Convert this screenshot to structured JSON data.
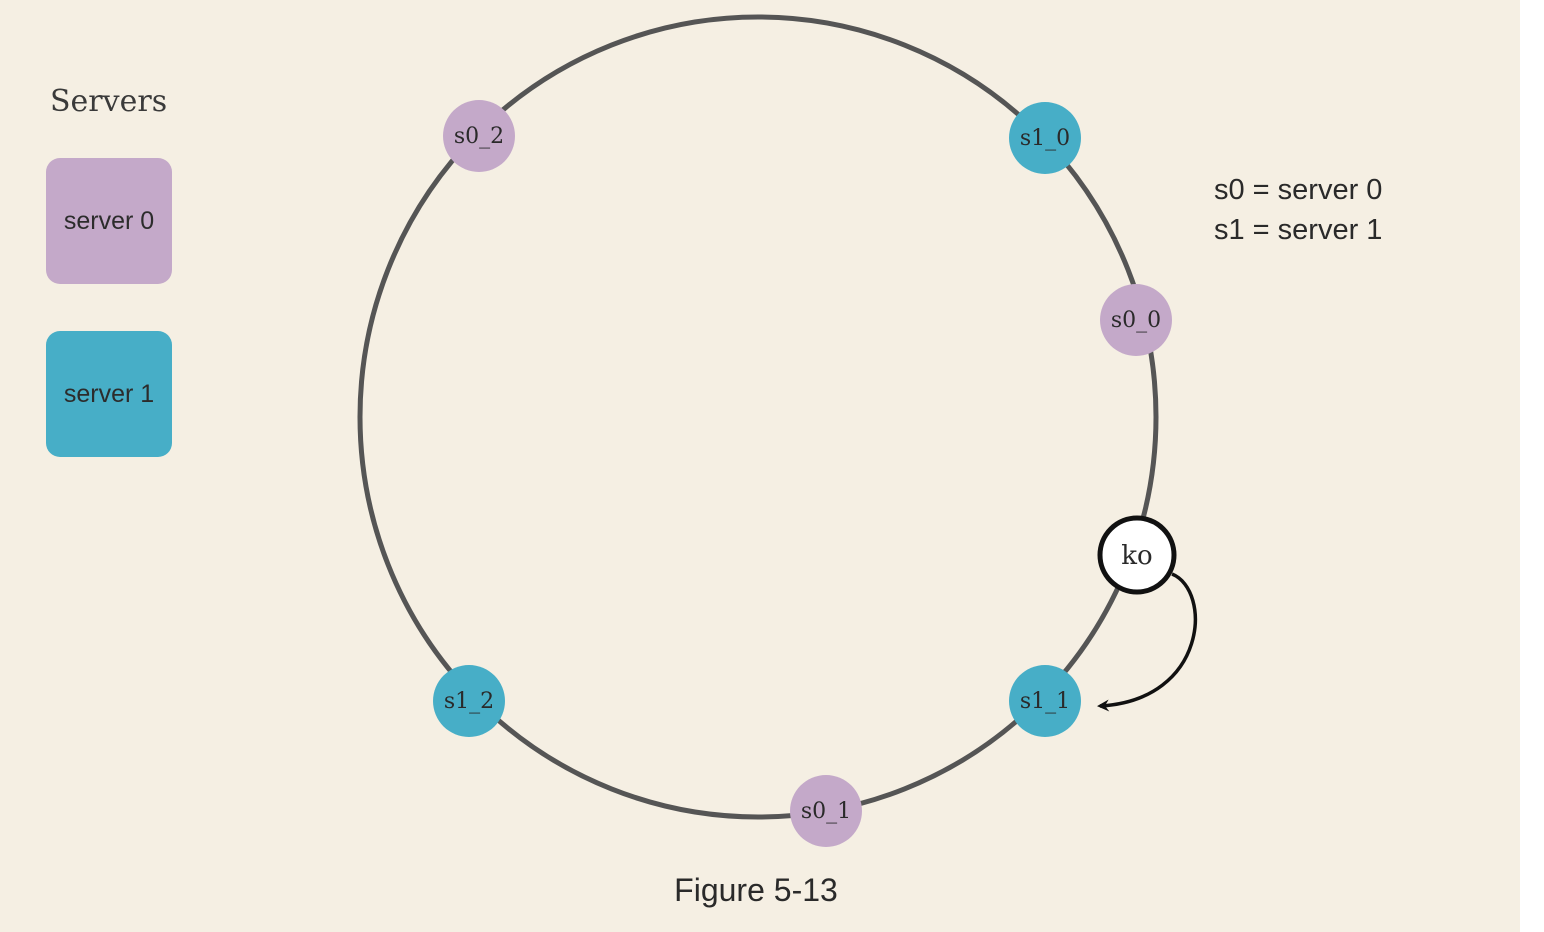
{
  "legend": {
    "title": "Servers",
    "items": [
      {
        "label": "server 0",
        "color": "#c4a9c9"
      },
      {
        "label": "server 1",
        "color": "#47aec7"
      }
    ]
  },
  "abbreviations": [
    "s0 = server 0",
    "s1 = server 1"
  ],
  "caption": "Figure 5-13",
  "ring": {
    "nodes": [
      {
        "label": "s0_2",
        "server": 0
      },
      {
        "label": "s1_0",
        "server": 1
      },
      {
        "label": "s0_0",
        "server": 0
      },
      {
        "label": "s1_1",
        "server": 1
      },
      {
        "label": "s0_1",
        "server": 0
      },
      {
        "label": "s1_2",
        "server": 1
      }
    ],
    "key": {
      "label": "ko",
      "maps_to": "s1_1"
    }
  },
  "colors": {
    "server0": "#c4a9c9",
    "server1": "#47aec7",
    "ring": "#555555",
    "background": "#f5efe3"
  }
}
